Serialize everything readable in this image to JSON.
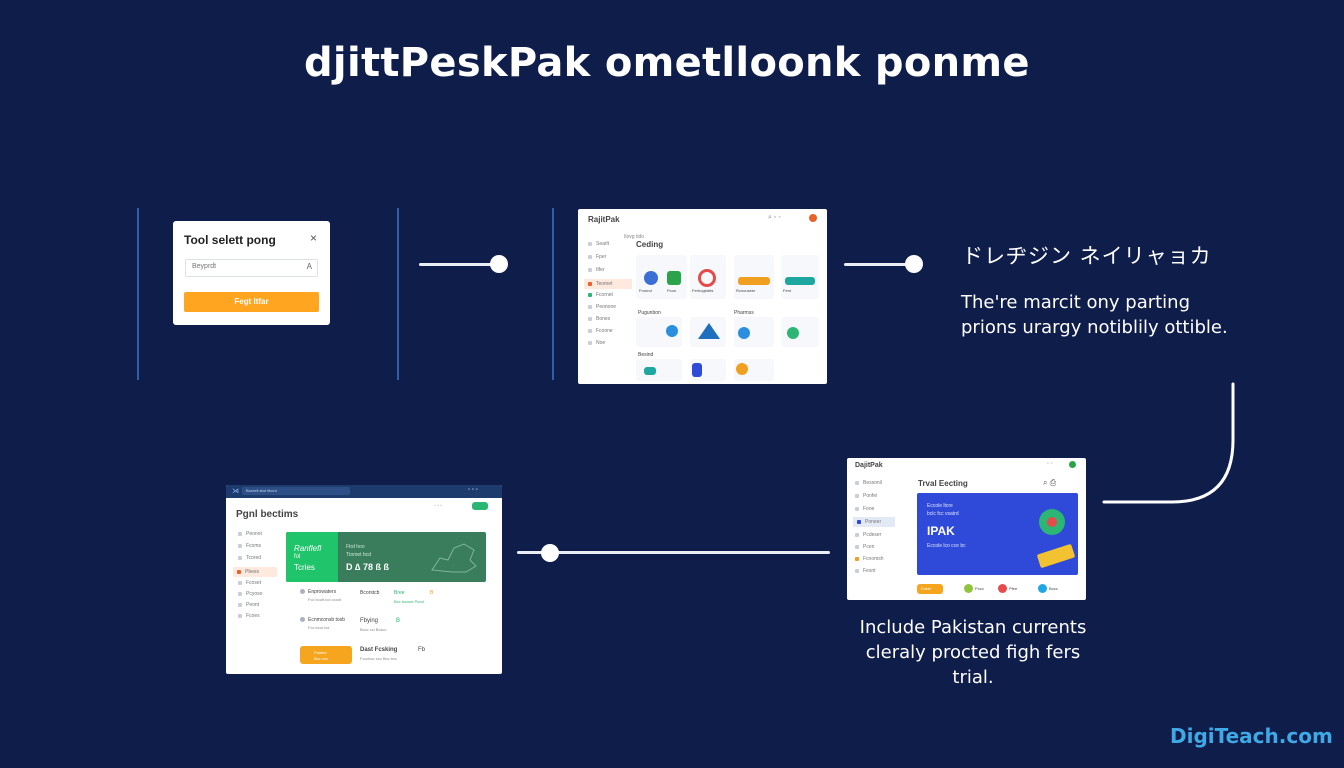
{
  "title": "djittPeskPak ometlloonk ponme",
  "card_tool_select": {
    "title": "Tool selett pong",
    "close_icon": "×",
    "input_placeholder": "Beyprdt",
    "input_icon": "A",
    "button_label": "Fegt Itfar"
  },
  "window_dashboard": {
    "app_name": "RajitPak",
    "section_title": "Ceding",
    "sidebar": [
      "Searlt",
      "Fper",
      "Itfer",
      "Teomet",
      "Fcornet",
      "Peonone",
      "Bones",
      "Fcoone",
      "Noe"
    ],
    "tiles": [
      {
        "label": "Fronnd",
        "color": "#2aa34a"
      },
      {
        "label": "Pcon",
        "color": "#e54b4b"
      },
      {
        "label": "Ferhogtobts",
        "color": "#7b3fc6"
      },
      {
        "label": "Rcnouseer",
        "color": "#1ea7a0"
      },
      {
        "label": "Fent",
        "color": "#f0a020"
      }
    ],
    "group_labels": [
      "Pugunbon",
      "Pharmss",
      "Besind"
    ],
    "accent": "#2bb673"
  },
  "window_bottom_left": {
    "search_text": "Bcenrtl sbd Itkcnt",
    "heading": "Pgnl bectims",
    "banner_left": {
      "line1": "Ranflefl",
      "line2": "fol",
      "line3": "Tcries"
    },
    "banner_right": "D ∆ 78 ß ß",
    "rows": [
      {
        "label": "Enprowaters",
        "value": "Bree",
        "tag": "B"
      },
      {
        "label": "Fbying",
        "value": "B"
      },
      {
        "label": "Dast Fcsking",
        "value": "Fb"
      }
    ],
    "sidebar": [
      "Peonot",
      "Fcoms",
      "Tcored",
      "Pbees",
      "Fcoset",
      "Pcyoso",
      "Peont",
      "Fcoes"
    ],
    "cta_label": "Faotno"
  },
  "window_bottom_right": {
    "app_name": "DajitPak",
    "section_title": "Trval Eecting",
    "banner_sub": "Eccole ltcre",
    "banner_title": "IPAK",
    "sidebar": [
      "Bessonil",
      "Ponfei",
      "Fooe",
      "Poneer",
      "Pcdeser",
      "Pcen",
      "Fcnomsh",
      "Fesnt"
    ],
    "chips": [
      "Foeel",
      "Pocc",
      "Pfee",
      "Bocc"
    ],
    "banner_color": "#2f4ad8"
  },
  "right_heading": "ドレヂジン ネイリャョカ",
  "right_text": [
    "The're marcit ony parting",
    "prions urargy notiblily ottible."
  ],
  "bottom_text": [
    "Include Pakistan currents",
    "cleraly procted figh fers trial."
  ],
  "brand": "DigiTeach.com"
}
